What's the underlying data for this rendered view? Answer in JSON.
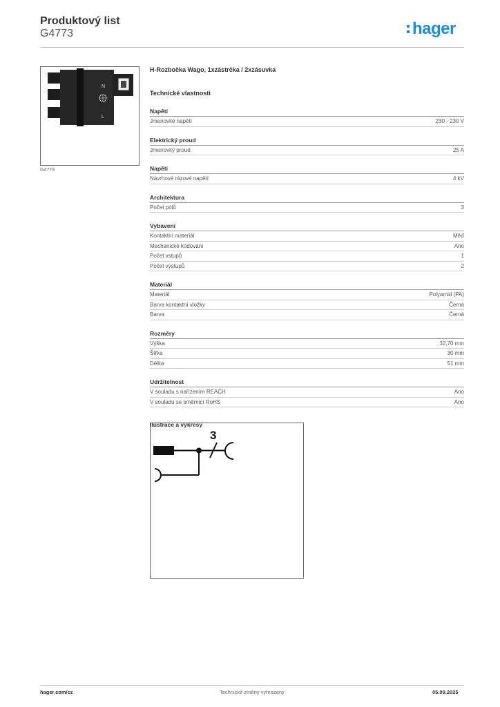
{
  "header": {
    "title": "Produktový list",
    "code": "G4773",
    "logo": "hager"
  },
  "photo": {
    "caption": "G4773",
    "marking_n": "N",
    "marking_l": "L"
  },
  "product": {
    "title": "H-Rozbočka Wago, 1xzástrčka / 2xzásuvka",
    "section": "Technické vlastnosti"
  },
  "groups": [
    {
      "title": "Napětí",
      "rows": [
        {
          "label": "Jmenovité napětí",
          "value": "230 - 230 V"
        }
      ]
    },
    {
      "title": "Elektrický proud",
      "rows": [
        {
          "label": "Jmenovitý proud",
          "value": "25 A"
        }
      ]
    },
    {
      "title": "Napětí",
      "rows": [
        {
          "label": "Návrhové rázové napětí",
          "value": "4 kV"
        }
      ]
    },
    {
      "title": "Architektura",
      "rows": [
        {
          "label": "Počet pólů",
          "value": "3"
        }
      ]
    },
    {
      "title": "Vybavení",
      "rows": [
        {
          "label": "Kontaktní materiál",
          "value": "Měď"
        },
        {
          "label": "Mechanické kódování",
          "value": "Ano"
        },
        {
          "label": "Počet vstupů",
          "value": "1"
        },
        {
          "label": "Počet výstupů",
          "value": "2"
        }
      ]
    },
    {
      "title": "Materiál",
      "rows": [
        {
          "label": "Materiál",
          "value": "Polyamid (PA)"
        },
        {
          "label": "Barva kontaktní vložky",
          "value": "Černá"
        },
        {
          "label": "Barva",
          "value": "Černá"
        }
      ]
    },
    {
      "title": "Rozměry",
      "rows": [
        {
          "label": "Výška",
          "value": "32,70 mm"
        },
        {
          "label": "Šířka",
          "value": "30 mm"
        },
        {
          "label": "Délka",
          "value": "51 mm"
        }
      ]
    },
    {
      "title": "Udržitelnost",
      "rows": [
        {
          "label": "V souladu s nařízením REACH",
          "value": "Ano"
        },
        {
          "label": "V souladu se směrnicí RoHS",
          "value": "Ano"
        }
      ]
    }
  ],
  "illustration": {
    "title": "Ilustrace a výkresy",
    "pole_count": "3"
  },
  "footer": {
    "website": "hager.com/cz",
    "note": "Technické změny vyhrazeny",
    "date": "05.09.2025"
  },
  "colors": {
    "brand": "#1a8fd6"
  }
}
